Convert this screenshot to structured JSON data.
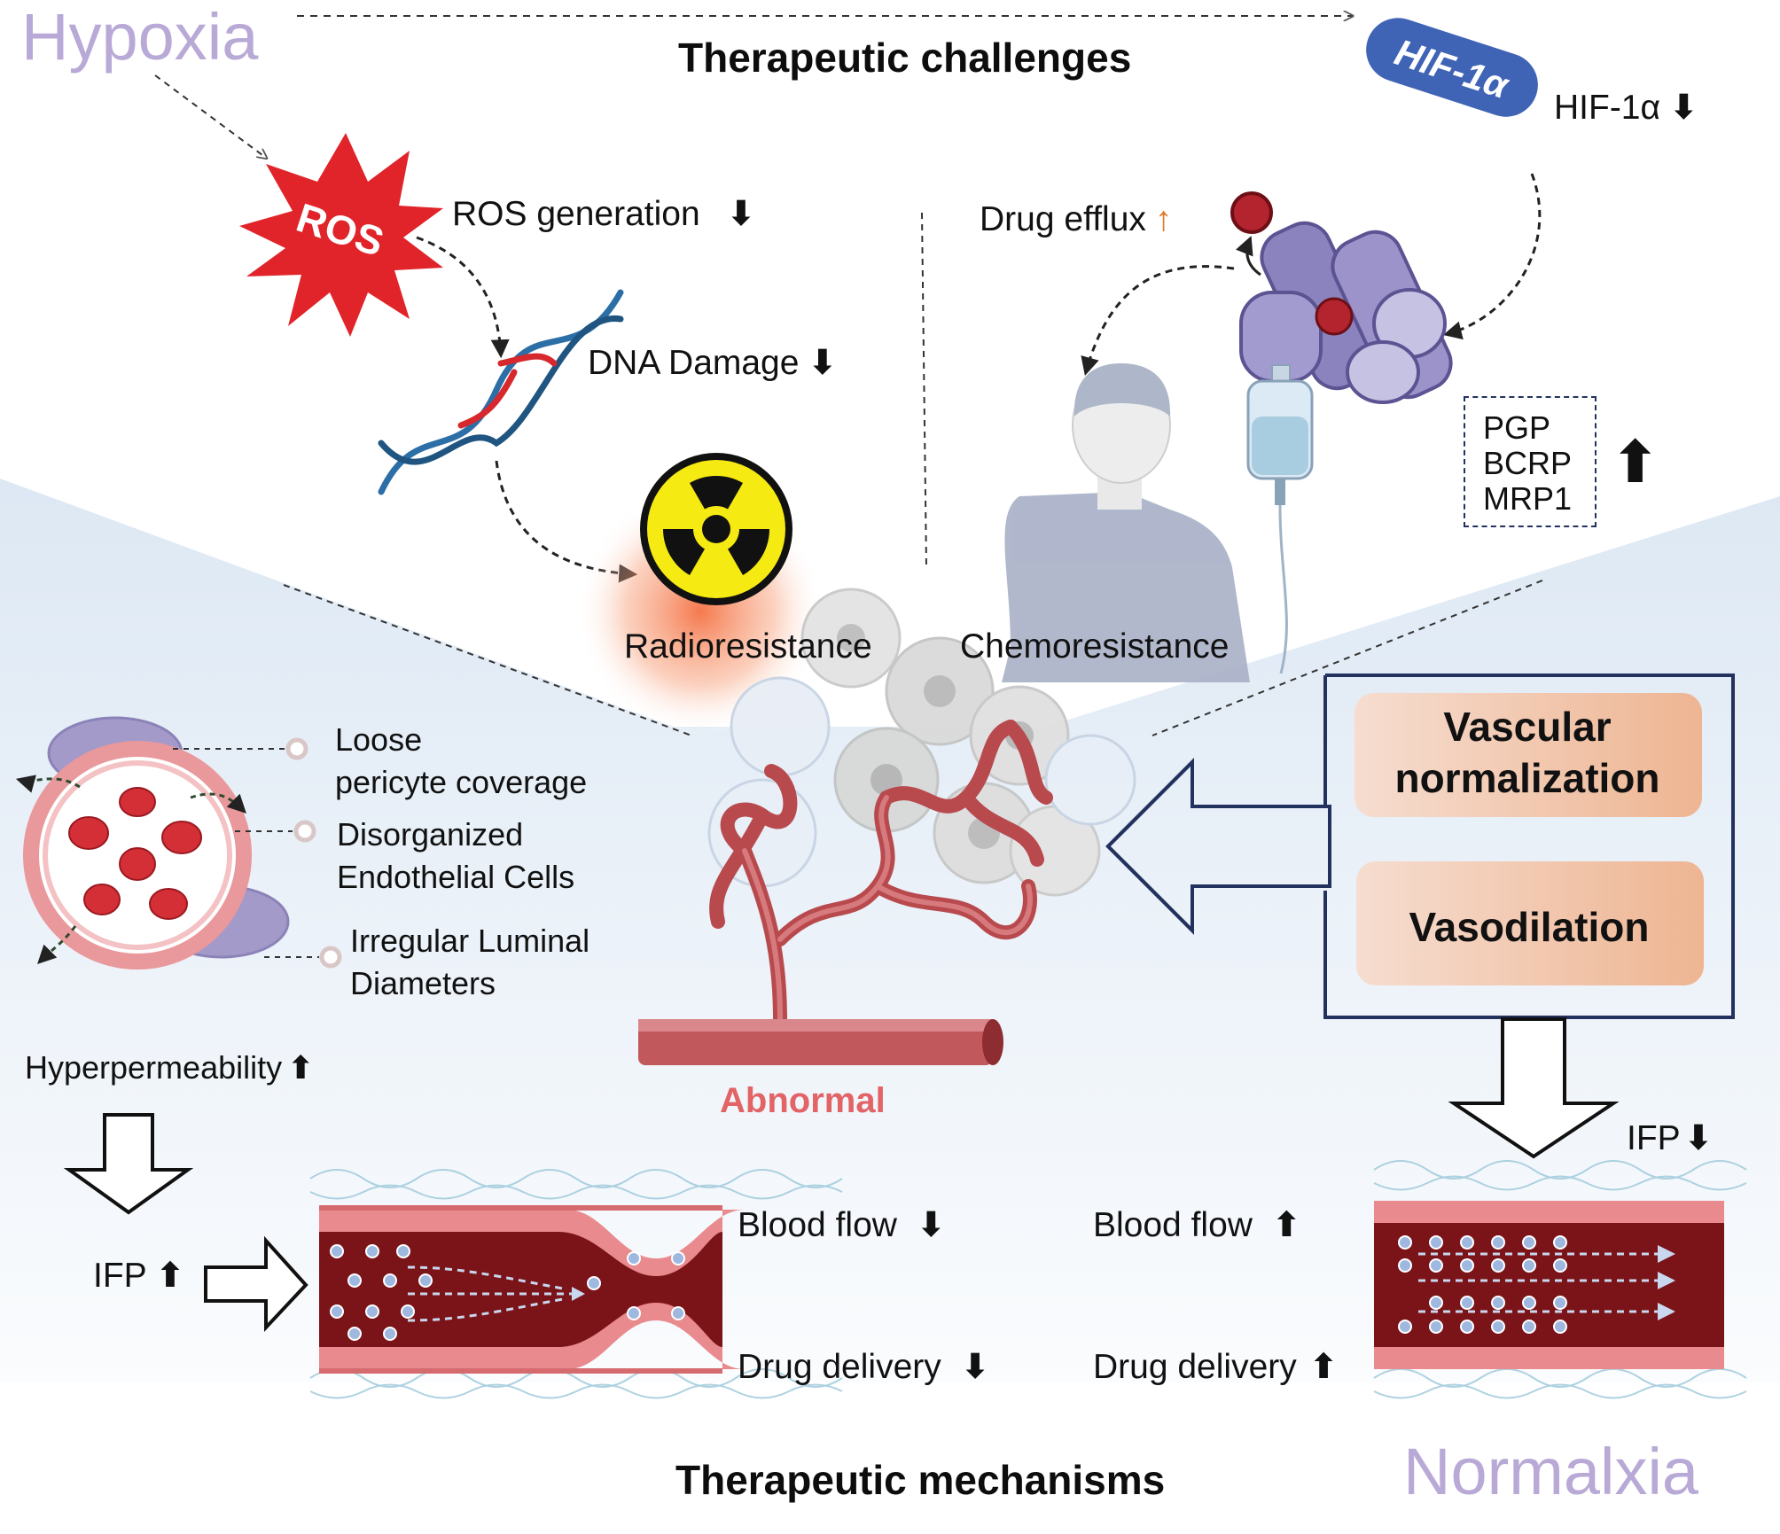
{
  "texts": {
    "hypoxia": "Hypoxia",
    "challenges_title": "Therapeutic challenges",
    "hif_badge": "HIF-1α",
    "hif_label": "HIF-1α",
    "ros_badge": "ROS",
    "ros_label": "ROS generation",
    "dna_label": "DNA Damage",
    "drug_efflux": "Drug efflux",
    "pgp": "PGP",
    "bcrp": "BCRP",
    "mrp1": "MRP1",
    "radioresistance": "Radioresistance",
    "chemoresistance": "Chemoresistance",
    "loose_1": "Loose",
    "loose_2": "pericyte coverage",
    "disorg_1": "Disorganized",
    "disorg_2": "Endothelial Cells",
    "irreg_1": "Irregular Luminal",
    "irreg_2": "Diameters",
    "vascular_normalization": "Vascular normalization",
    "vasodilation": "Vasodilation",
    "hyperpermeability": "Hyperpermeability",
    "abnormal": "Abnormal",
    "ifp_left": "IFP",
    "ifp_right": "IFP",
    "blood_flow_left": "Blood flow",
    "blood_flow_right": "Blood flow",
    "drug_delivery_left": "Drug delivery",
    "drug_delivery_right": "Drug delivery",
    "mechanisms_title": "Therapeutic mechanisms",
    "normalxia": "Normalxia"
  },
  "arrows": {
    "down": "↓",
    "up": "↑",
    "bold_down": "⬇",
    "bold_up": "⬆"
  },
  "colors": {
    "hypoxia_purple": "#b8a9d6",
    "hif_blue": "#3f63b5",
    "ros_red": "#e0242a",
    "abnormal_red": "#e26466",
    "efflux_orange": "#e07a2a",
    "vessel_dark": "#7a1418",
    "vessel_pink": "#e98a8e",
    "box_navy": "#23315e",
    "pill_peach": "#f2c3a8"
  },
  "icons": [
    "ros-burst-icon",
    "dna-helix-icon",
    "radiation-symbol-icon",
    "transporter-protein-icon",
    "drug-molecule-icon",
    "iv-bag-icon",
    "patient-icon",
    "tumor-cluster-icon",
    "vessel-cross-section-icon",
    "tortuous-vasculature-icon",
    "constricted-vessel-icon",
    "normal-vessel-icon"
  ]
}
